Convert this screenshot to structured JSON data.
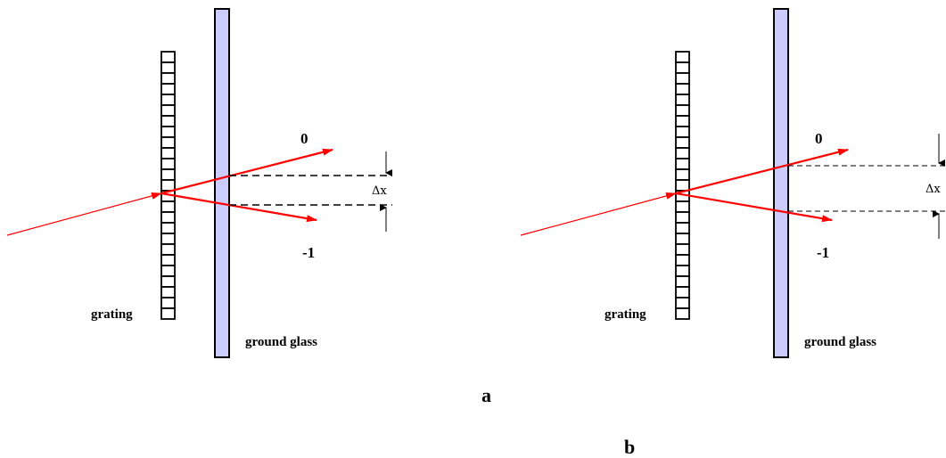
{
  "panels": [
    {
      "id": "a",
      "grating_label": "grating",
      "glass_label": "ground glass",
      "order_zero_label": "0",
      "order_minus_one_label": "-1",
      "delta_label": "Δx",
      "caption": "a"
    },
    {
      "id": "b",
      "grating_label": "grating",
      "glass_label": "ground glass",
      "order_zero_label": "0",
      "order_minus_one_label": "-1",
      "delta_label": "Δx",
      "caption": "b"
    }
  ],
  "colors": {
    "ray": "#ff0000",
    "glass_fill": "#ccccff",
    "outline": "#000000"
  }
}
